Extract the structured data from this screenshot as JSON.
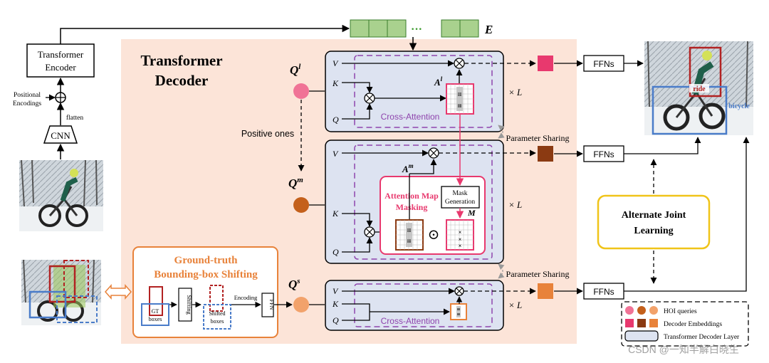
{
  "diagram": {
    "encoder": {
      "title_line1": "Transformer",
      "title_line2": "Encoder",
      "positional_line1": "Positional",
      "positional_line2": "Encodings",
      "flatten": "flatten",
      "cnn": "CNN"
    },
    "embedding_label": "E",
    "dots": "···",
    "decoder": {
      "title_line1": "Transformer",
      "title_line2": "Decoder",
      "queries": {
        "ql": "Q",
        "ql_sup": "l",
        "qm": "Q",
        "qm_sup": "m",
        "qs": "Q",
        "qs_sup": "s"
      },
      "positive_ones": "Positive ones",
      "v": "V",
      "k": "K",
      "q": "Q",
      "cross_attention": "Cross-Attention",
      "times_l": "× L",
      "al": "A",
      "al_sup": "l",
      "am": "A",
      "am_sup": "m",
      "m": "M",
      "odot": "⊙",
      "otimes": "⊗",
      "masking_line1": "Attention Map",
      "masking_line2": "Masking",
      "mask_gen_line1": "Mask",
      "mask_gen_line2": "Generation",
      "param_sharing": "Parameter Sharing"
    },
    "gt_shift": {
      "title_line1": "Ground-truth",
      "title_line2": "Bounding-box Shifting",
      "gt_line1": "GT",
      "gt_line2": "boxes",
      "shifting": "Shifting",
      "shifted_line1": "Shifted",
      "shifted_line2": "boxes",
      "encoding": "Encoding",
      "ffn": "FFN"
    },
    "ffns": "FFNs",
    "output_labels": {
      "ride": "ride",
      "bicycle": "bicycle"
    },
    "alternate_line1": "Alternate Joint",
    "alternate_line2": "Learning",
    "legend": {
      "hoi_queries": "HOI queries",
      "decoder_embeddings": "Decoder Embeddings",
      "decoder_layer": "Transformer Decoder Layer"
    },
    "watermark": "CSDN @一知半解白晓生"
  },
  "colors": {
    "decoder_bg": "#fce4d8",
    "layer_fill": "#dde3f1",
    "embed_green": "#a9d18e",
    "purple_dash": "#8e44ad",
    "pink": "#e8396e",
    "brown": "#8b3a12",
    "orange": "#e8823a",
    "query_l": "#f07396",
    "query_m": "#c4601b",
    "query_s": "#f2a26b",
    "gt_orange": "#e8823a",
    "yellow": "#f0c419",
    "red_box": "#b22222",
    "blue_box": "#4a7cc9"
  }
}
